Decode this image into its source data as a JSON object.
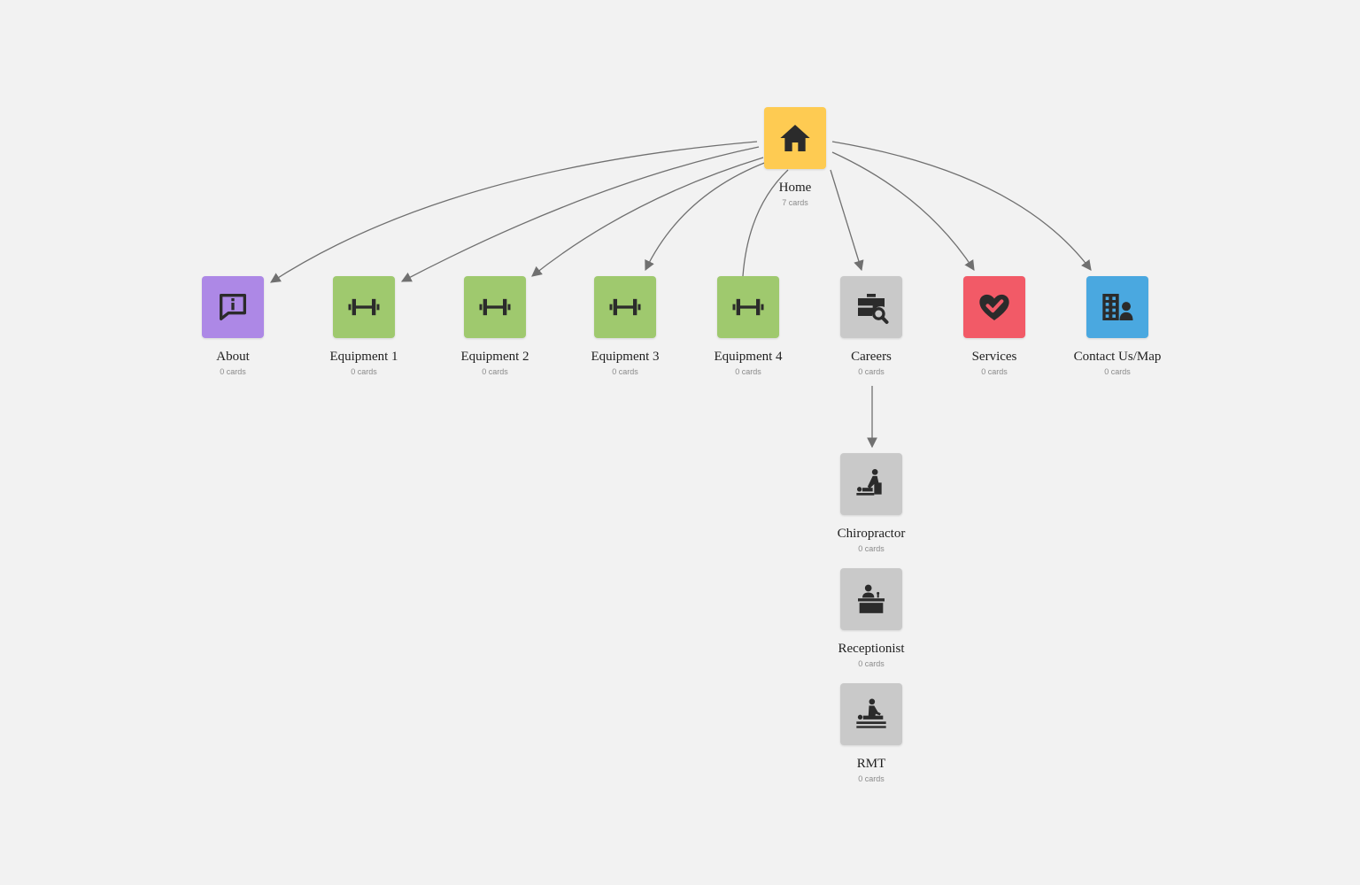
{
  "colors": {
    "home": "#fecb52",
    "about": "#ad88e6",
    "equipment": "#9fc96e",
    "careers": "#c9c9c9",
    "services": "#f25a67",
    "contact": "#4aa8e0",
    "edge": "#707070",
    "icon": "#2b2b2b"
  },
  "nodes": {
    "home": {
      "label": "Home",
      "count": "7 cards",
      "icon": "home-icon"
    },
    "about": {
      "label": "About",
      "count": "0 cards",
      "icon": "info-message-icon"
    },
    "equipment1": {
      "label": "Equipment 1",
      "count": "0 cards",
      "icon": "dumbbell-icon"
    },
    "equipment2": {
      "label": "Equipment 2",
      "count": "0 cards",
      "icon": "dumbbell-icon"
    },
    "equipment3": {
      "label": "Equipment 3",
      "count": "0 cards",
      "icon": "dumbbell-icon"
    },
    "equipment4": {
      "label": "Equipment 4",
      "count": "0 cards",
      "icon": "dumbbell-icon"
    },
    "careers": {
      "label": "Careers",
      "count": "0 cards",
      "icon": "job-search-icon"
    },
    "services": {
      "label": "Services",
      "count": "0 cards",
      "icon": "heart-check-icon"
    },
    "contact": {
      "label": "Contact Us/Map",
      "count": "0 cards",
      "icon": "building-person-icon"
    },
    "chiropractor": {
      "label": "Chiropractor",
      "count": "0 cards",
      "icon": "chiropractor-icon"
    },
    "receptionist": {
      "label": "Receptionist",
      "count": "0 cards",
      "icon": "receptionist-icon"
    },
    "rmt": {
      "label": "RMT",
      "count": "0 cards",
      "icon": "massage-icon"
    }
  },
  "edges": [
    {
      "from": "home",
      "to": "about"
    },
    {
      "from": "home",
      "to": "equipment1"
    },
    {
      "from": "home",
      "to": "equipment2"
    },
    {
      "from": "home",
      "to": "equipment3"
    },
    {
      "from": "home",
      "to": "equipment4"
    },
    {
      "from": "home",
      "to": "careers"
    },
    {
      "from": "home",
      "to": "services"
    },
    {
      "from": "home",
      "to": "contact"
    },
    {
      "from": "careers",
      "to": "chiropractor"
    }
  ]
}
